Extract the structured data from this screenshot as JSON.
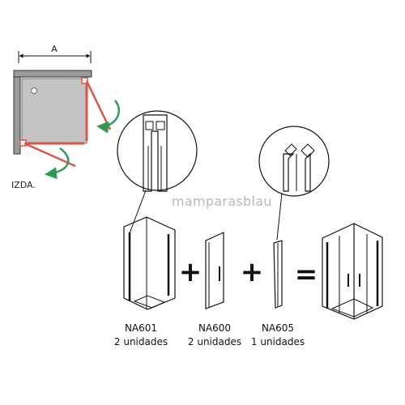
{
  "dimension_label": "A",
  "side_label": "IZDA.",
  "watermark": "mamparasblau",
  "operators": [
    "+",
    "+",
    "="
  ],
  "components": [
    {
      "code": "NA601",
      "quantity": "2 unidades"
    },
    {
      "code": "NA600",
      "quantity": "2 unidades"
    },
    {
      "code": "NA605",
      "quantity": "1 unidades"
    }
  ],
  "colors": {
    "line": "#111111",
    "door": "#d9564a",
    "arrow": "#2e9a56",
    "tray": "#bdbdbd",
    "watermark": "#b9b9b9"
  }
}
